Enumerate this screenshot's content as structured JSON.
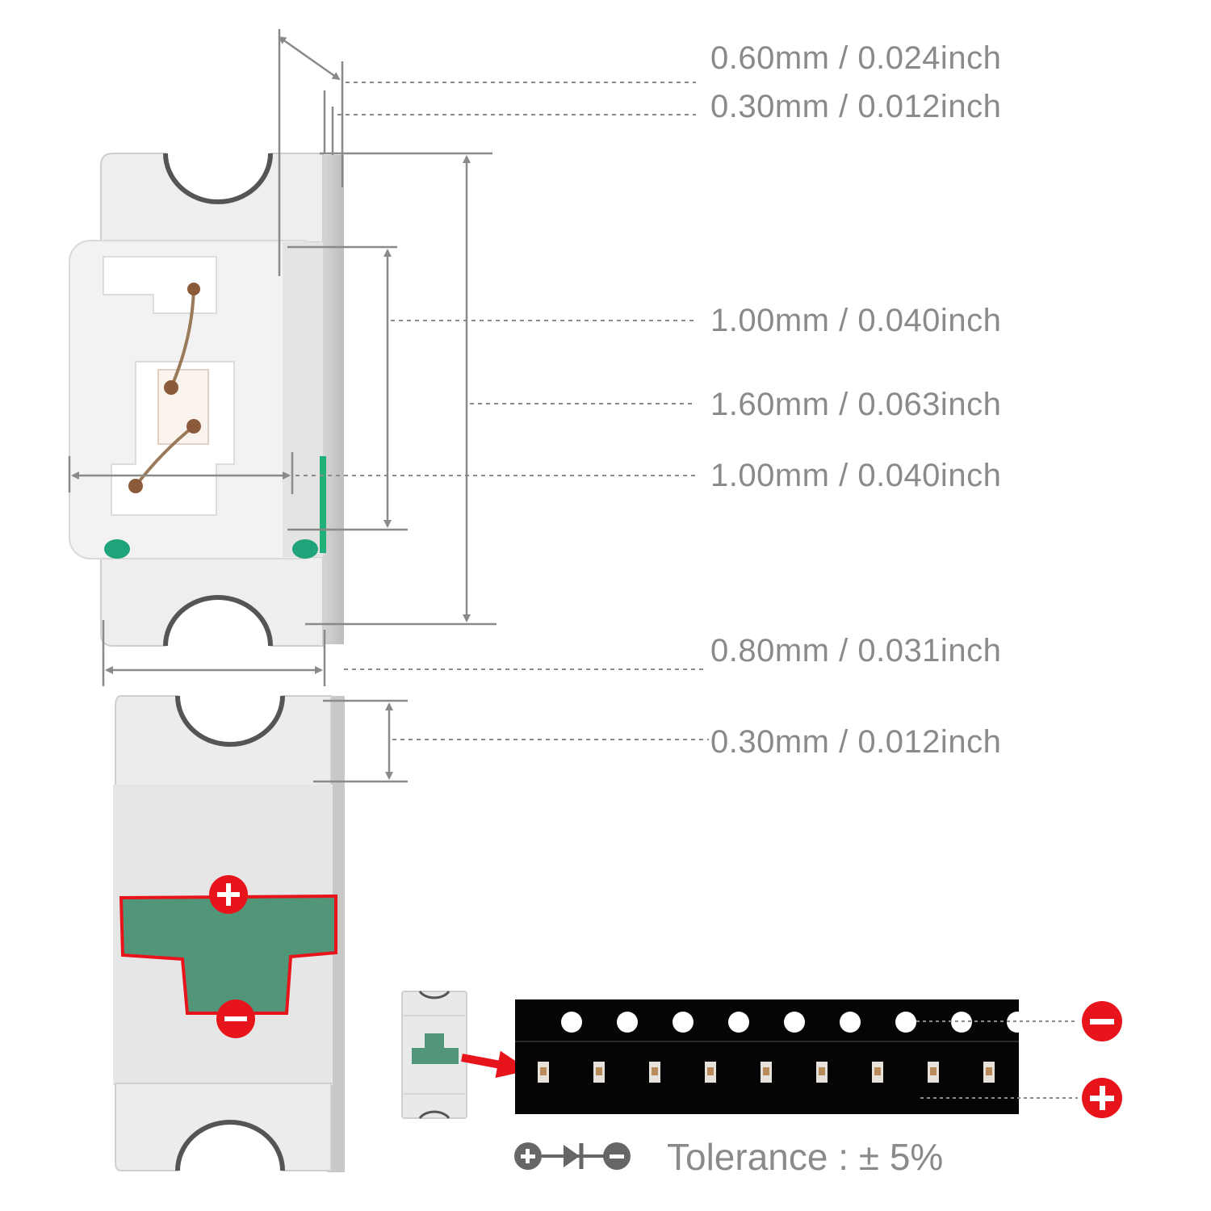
{
  "dimensions": [
    {
      "id": "d1",
      "text": "0.60mm / 0.024inch"
    },
    {
      "id": "d2",
      "text": "0.30mm / 0.012inch"
    },
    {
      "id": "d3",
      "text": "1.00mm / 0.040inch"
    },
    {
      "id": "d4",
      "text": "1.60mm / 0.063inch"
    },
    {
      "id": "d5",
      "text": "1.00mm / 0.040inch"
    },
    {
      "id": "d6",
      "text": "0.80mm / 0.031inch"
    },
    {
      "id": "d7",
      "text": "0.30mm / 0.012inch"
    }
  ],
  "tolerance": "Tolerance : ± 5%",
  "polarity": {
    "positive": "+",
    "negative": "−"
  },
  "colors": {
    "text": "#8a8a8a",
    "dim_line": "#8a8a8a",
    "pad_green": "#52967a",
    "polarity_red": "#e8141b",
    "tape_black": "#050505",
    "body_white": "#f4f4f4"
  },
  "icons": [
    "led-top-view",
    "led-bottom-view",
    "led-small-view",
    "led-tape-reel",
    "diode-symbol-icon",
    "plus-icon",
    "minus-icon",
    "arrow-icon"
  ]
}
